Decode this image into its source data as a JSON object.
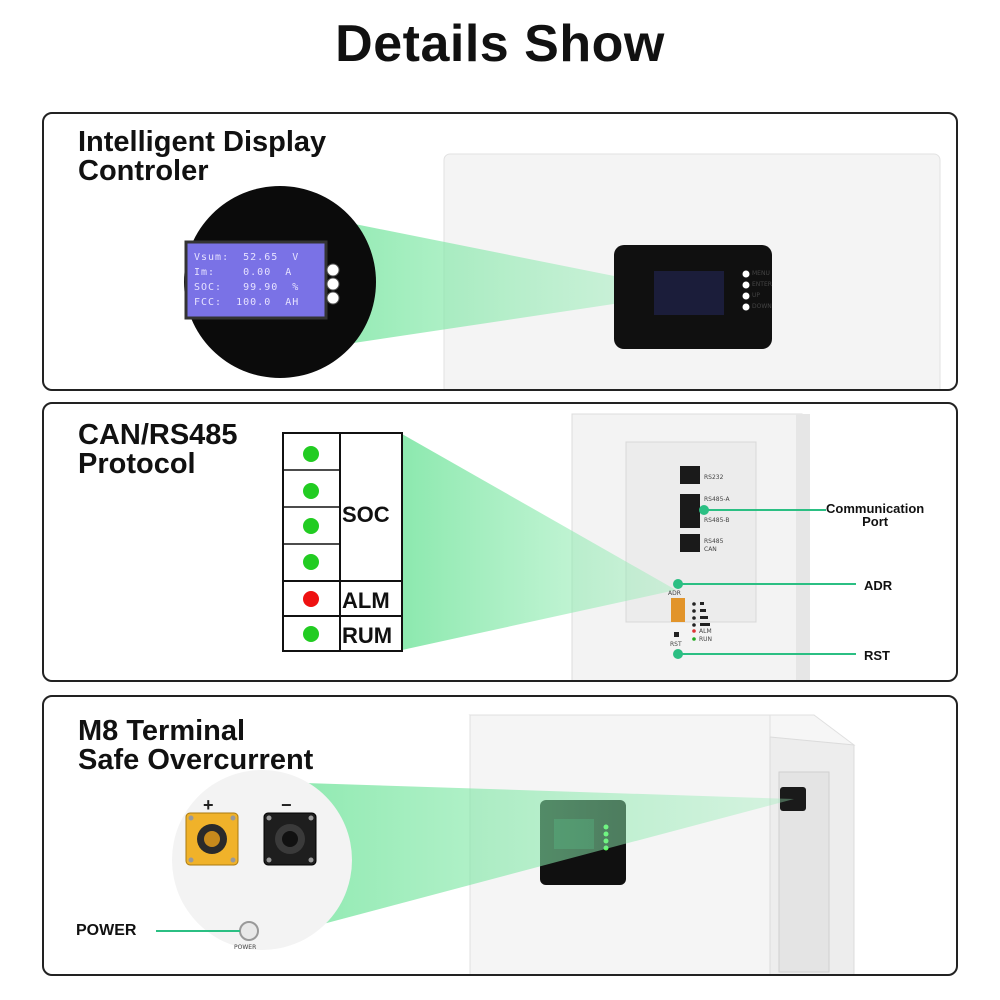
{
  "page": {
    "title": "Details Show"
  },
  "sections": [
    {
      "title_lines": [
        "Intelligent Display",
        "Controler"
      ],
      "lcd_lines": [
        "Vsum:  52.65  V",
        "Im:    0.00  A",
        "SOC:   99.90  %",
        "FCC:  100.0  AH"
      ],
      "buttons": [
        "MENU",
        "ENTER",
        "UP",
        "DOWN"
      ]
    },
    {
      "title_lines": [
        "CAN/RS485",
        "Protocol"
      ],
      "table_labels": {
        "soc": "SOC",
        "alm": "ALM",
        "run": "RUM"
      },
      "indicator_colors": {
        "ok": "#22cc22",
        "alarm": "#ee1111"
      },
      "ports": [
        "RS232",
        "RS485-A",
        "RS485-B",
        "RS485",
        "CAN"
      ],
      "panel_labels": {
        "adr": "ADR",
        "alm": "ALM",
        "run": "RUN",
        "rst": "RST"
      },
      "callouts": {
        "communication": [
          "Communication",
          "Port"
        ],
        "adr": "ADR",
        "rst": "RST"
      }
    },
    {
      "title_lines": [
        "M8 Terminal",
        "Safe Overcurrent"
      ],
      "terminals": {
        "positive": "+",
        "negative": "−"
      },
      "power_label": "POWER",
      "power_small": "POWER"
    }
  ],
  "colors": {
    "accent_green": "#7fe5a0",
    "callout_line": "#2bbf83"
  }
}
